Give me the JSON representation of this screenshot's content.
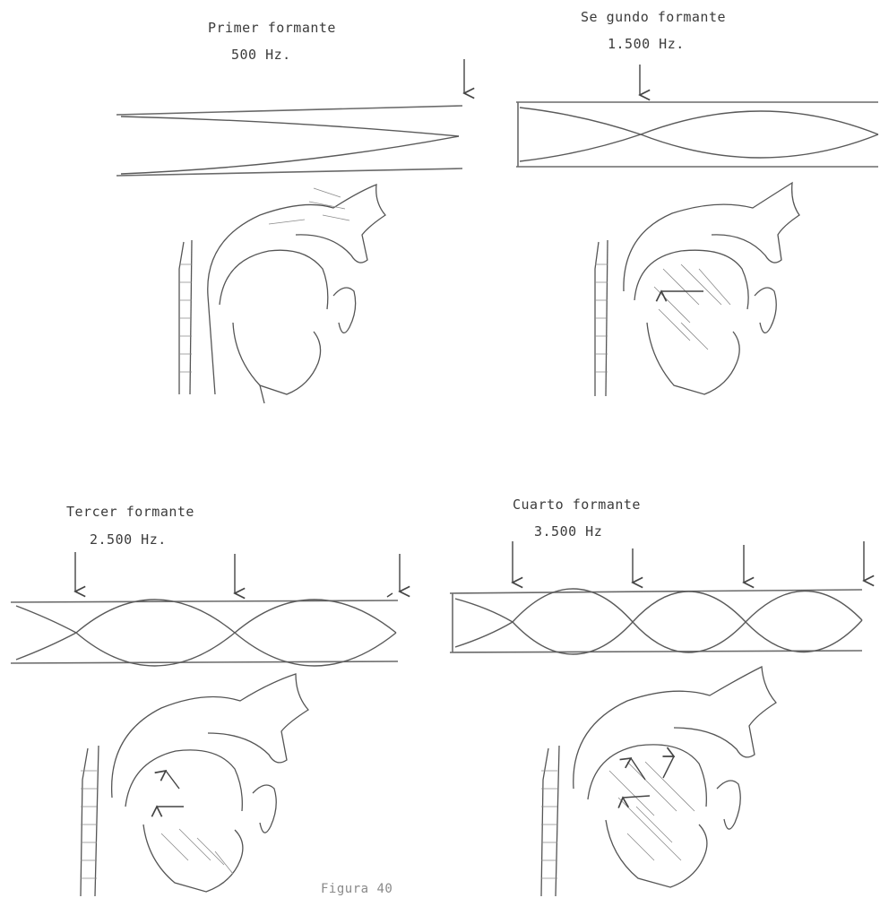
{
  "panels": [
    {
      "title": "Primer formante",
      "freq": "500 Hz."
    },
    {
      "title": "Se gundo formante",
      "freq": "1.500 Hz."
    },
    {
      "title": "Tercer formante",
      "freq": "2.500 Hz."
    },
    {
      "title": "Cuarto formante",
      "freq": "3.500 Hz"
    }
  ],
  "caption": "Figura 40"
}
